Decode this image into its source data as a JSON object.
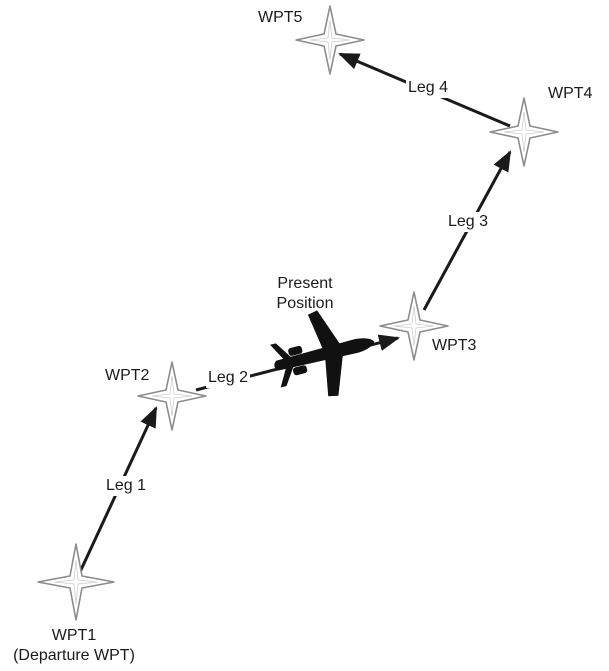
{
  "waypoints": {
    "wpt1": {
      "name": "WPT1",
      "note": "(Departure WPT)"
    },
    "wpt2": {
      "name": "WPT2"
    },
    "wpt3": {
      "name": "WPT3"
    },
    "wpt4": {
      "name": "WPT4"
    },
    "wpt5": {
      "name": "WPT5"
    }
  },
  "legs": {
    "leg1": "Leg 1",
    "leg2": "Leg 2",
    "leg3": "Leg 3",
    "leg4": "Leg 4"
  },
  "aircraft": {
    "label_line1": "Present",
    "label_line2": "Position",
    "icon": "airplane-icon"
  },
  "colors": {
    "line": "#1a1a1a",
    "star_stroke": "#8c8c8c",
    "star_fill": "#ffffff",
    "aircraft": "#111111"
  }
}
